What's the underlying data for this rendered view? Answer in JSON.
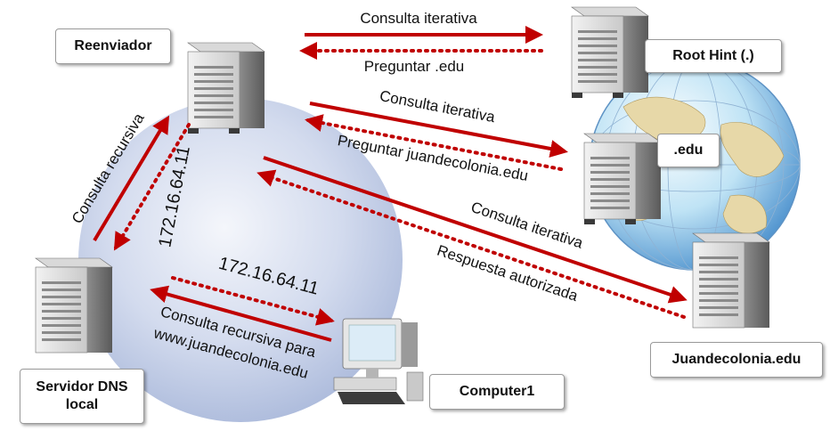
{
  "nodes": {
    "forwarder": "Reenviador",
    "root_hint": "Root Hint (.)",
    "edu": ".edu",
    "juandecolonia": "Juandecolonia.edu",
    "local_dns": "Servidor DNS local",
    "computer": "Computer1"
  },
  "arrows": {
    "iterative_query": "Consulta iterativa",
    "ask_edu": "Preguntar .edu",
    "ask_domain": "Preguntar juandecolonia.edu",
    "authoritative_answer": "Respuesta autorizada",
    "recursive_query": "Consulta recursiva",
    "ip_address": "172.16.64.11",
    "recursive_query_for": "Consulta recursiva para",
    "recursive_query_domain": "www.juandecolonia.edu"
  },
  "colors": {
    "arrow": "#c00000",
    "bubble": "#b9c6e2"
  }
}
